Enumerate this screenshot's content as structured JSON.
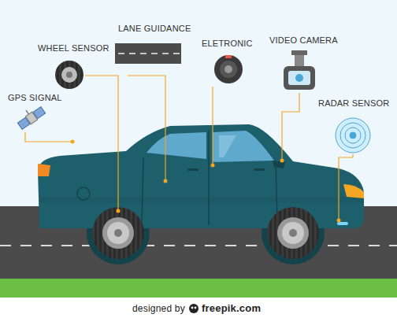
{
  "diagram": {
    "labels": [
      "LANE GUIDANCE",
      "WHEEL SENSOR",
      "ELETRONIC",
      "VIDEO CAMERA",
      "GPS SIGNAL",
      "RADAR SENSOR",
      "designed by",
      "freepik.com"
    ]
  }
}
